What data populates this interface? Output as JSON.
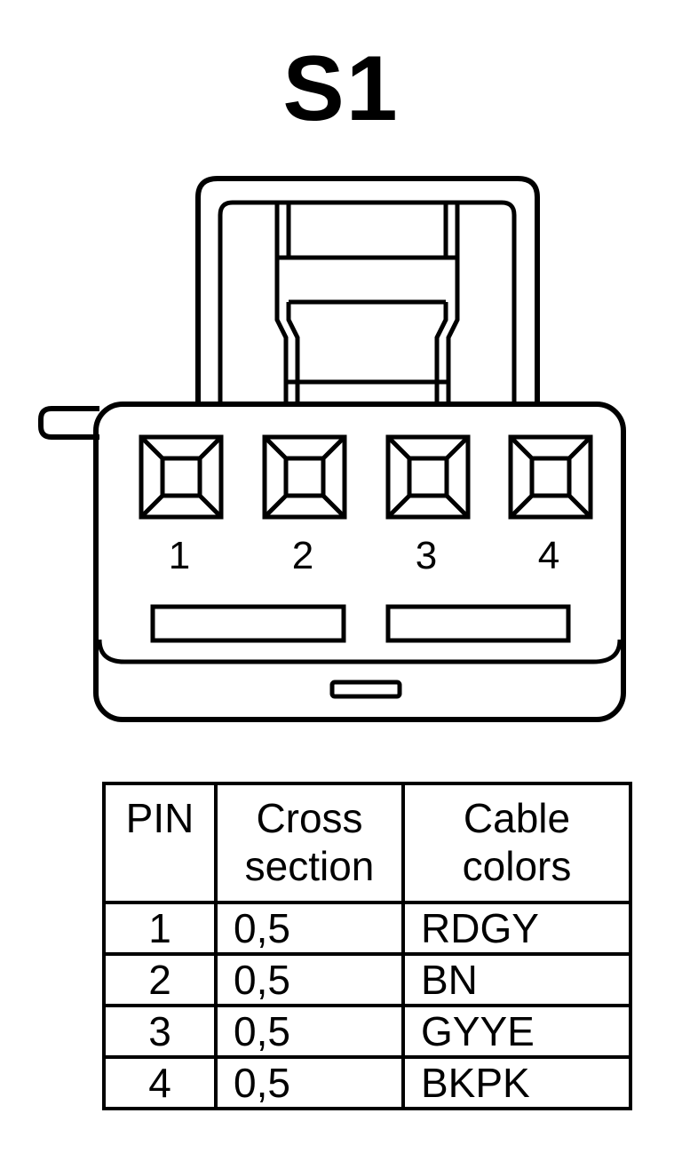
{
  "title": "S1",
  "connector": {
    "pin_labels": [
      "1",
      "2",
      "3",
      "4"
    ]
  },
  "table": {
    "headers": {
      "pin": "PIN",
      "cross_section": [
        "Cross",
        "section"
      ],
      "cable_colors": [
        "Cable",
        "colors"
      ]
    },
    "rows": [
      {
        "pin": "1",
        "cross_section": "0,5",
        "color": "RDGY"
      },
      {
        "pin": "2",
        "cross_section": "0,5",
        "color": "BN"
      },
      {
        "pin": "3",
        "cross_section": "0,5",
        "color": "GYYE"
      },
      {
        "pin": "4",
        "cross_section": "0,5",
        "color": "BKPK"
      }
    ]
  }
}
